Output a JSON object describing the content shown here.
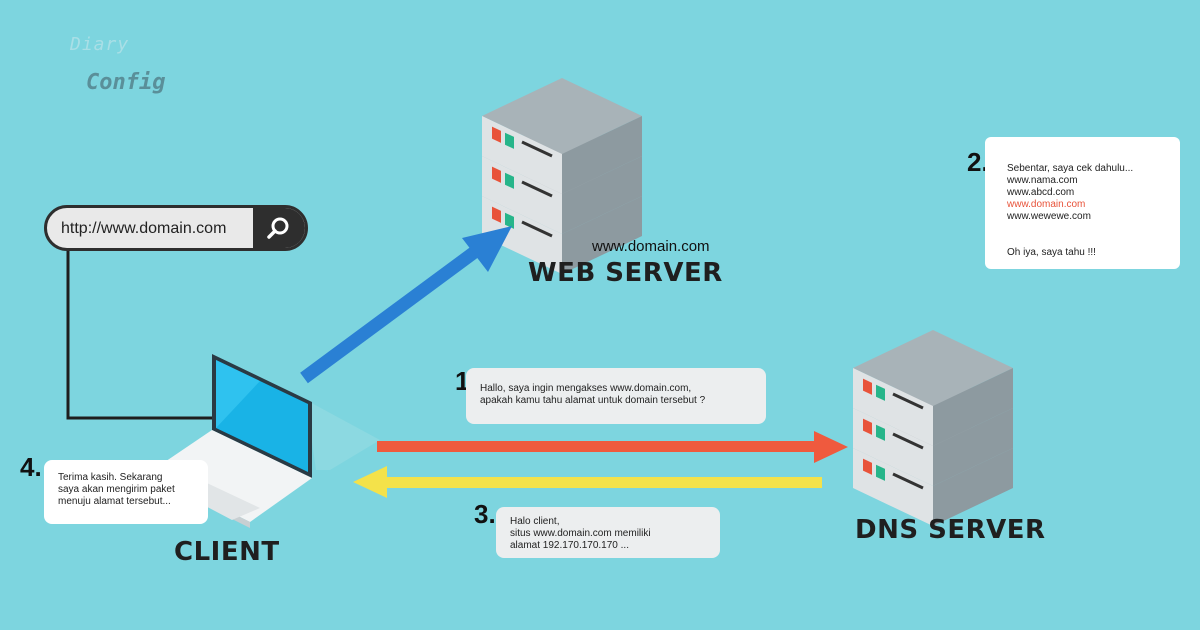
{
  "brand": {
    "line1": "Diary",
    "line2": "Config"
  },
  "url_bar": {
    "url": "http://www.domain.com"
  },
  "labels": {
    "web_server": "WEB SERVER",
    "web_server_domain": "www.domain.com",
    "dns_server": "DNS SERVER",
    "client": "CLIENT"
  },
  "steps": {
    "s1": {
      "number": "1.",
      "lines": [
        "Hallo, saya ingin mengakses www.domain.com,",
        "apakah kamu tahu alamat untuk domain tersebut ?"
      ]
    },
    "s2": {
      "number": "2.",
      "lines": [
        "Sebentar, saya cek dahulu...",
        "www.nama.com",
        "www.abcd.com",
        "www.domain.com",
        "www.wewewe.com",
        "",
        "Oh iya, saya tahu !!!"
      ]
    },
    "s3": {
      "number": "3.",
      "lines": [
        "Halo client,",
        "situs www.domain.com memiliki",
        "alamat 192.170.170.170 ..."
      ]
    },
    "s4": {
      "number": "4.",
      "lines": [
        "Terima kasih. Sekarang",
        "saya akan mengirim paket",
        "menuju alamat tersebut..."
      ]
    }
  },
  "colors": {
    "background": "#7dd5df",
    "arrow_to_web": "#2a80d4",
    "arrow_to_dns": "#ef5a3e",
    "arrow_to_client": "#f4e24a",
    "highlight": "#e8533a"
  },
  "icons": [
    "server-icon",
    "laptop-icon",
    "search-icon"
  ]
}
